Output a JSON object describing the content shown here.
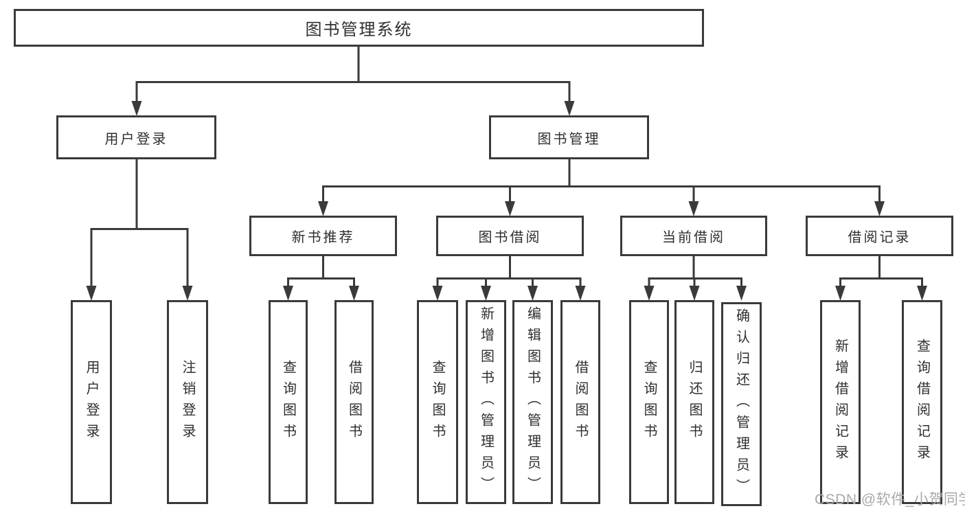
{
  "diagram": {
    "title": "图书管理系统",
    "level2": [
      {
        "label": "用户登录",
        "children": [
          {
            "label": "用户登录"
          },
          {
            "label": "注销登录"
          }
        ]
      },
      {
        "label": "图书管理",
        "children": [
          {
            "label": "新书推荐",
            "children": [
              {
                "label": "查询图书"
              },
              {
                "label": "借阅图书"
              }
            ]
          },
          {
            "label": "图书借阅",
            "children": [
              {
                "label": "查询图书"
              },
              {
                "label": "新增图书（管理员）"
              },
              {
                "label": "编辑图书（管理员）"
              },
              {
                "label": "借阅图书"
              }
            ]
          },
          {
            "label": "当前借阅",
            "children": [
              {
                "label": "查询图书"
              },
              {
                "label": "归还图书"
              },
              {
                "label": "确认归还（管理员）"
              }
            ]
          },
          {
            "label": "借阅记录",
            "children": [
              {
                "label": "新增借阅记录"
              },
              {
                "label": "查询借阅记录"
              }
            ]
          }
        ]
      }
    ]
  },
  "watermark": {
    "text": "CSDN @软件_小贺同学"
  },
  "colors": {
    "line": "#3a3a3a",
    "text": "#2f2f2f",
    "watermark": "#a9a9a9",
    "background": "#ffffff"
  }
}
